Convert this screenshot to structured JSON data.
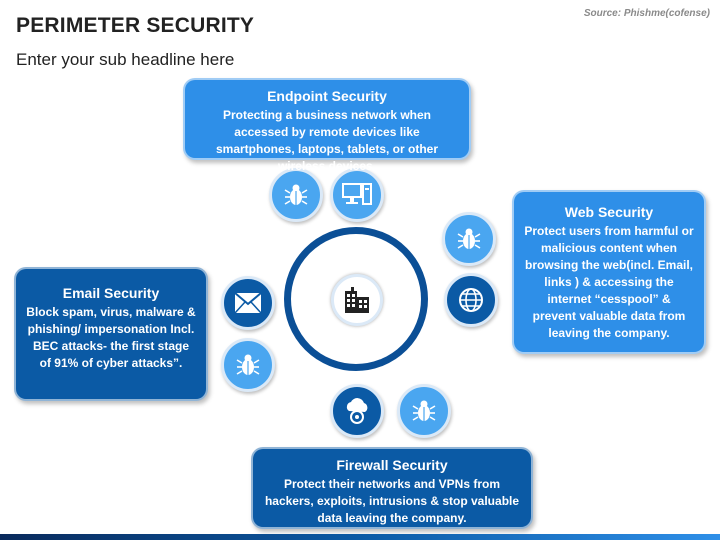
{
  "header": {
    "title": "PERIMETER SECURITY",
    "subtitle": "Enter your sub headline here",
    "source": "Source: Phishme(cofense)"
  },
  "cards": {
    "endpoint": {
      "heading": "Endpoint Security",
      "text": "Protecting a business network when accessed by remote devices like smartphones, laptops, tablets, or other wireless devices."
    },
    "web": {
      "heading": "Web Security",
      "text": "Protect users from harmful or malicious content when browsing the web(incl. Email, links ) & accessing the internet “cesspool” & prevent valuable data from leaving the company."
    },
    "email": {
      "heading": "Email Security",
      "text": "Block spam, virus, malware & phishing/ impersonation Incl. BEC attacks- the first stage of 91% of cyber attacks”."
    },
    "firewall": {
      "heading": "Firewall Security",
      "text": "Protect their networks and VPNs from hackers, exploits, intrusions & stop valuable data leaving the company."
    }
  },
  "icons": {
    "center": "building-icon",
    "endpoint": "computer-icon",
    "web": "globe-icon",
    "email": "envelope-icon",
    "firewall": "cloud-settings-icon",
    "threat": "bug-icon"
  },
  "colors": {
    "light_blue": "#2e8fe8",
    "dark_blue": "#0b5aa5",
    "ring": "#0b4f96"
  }
}
